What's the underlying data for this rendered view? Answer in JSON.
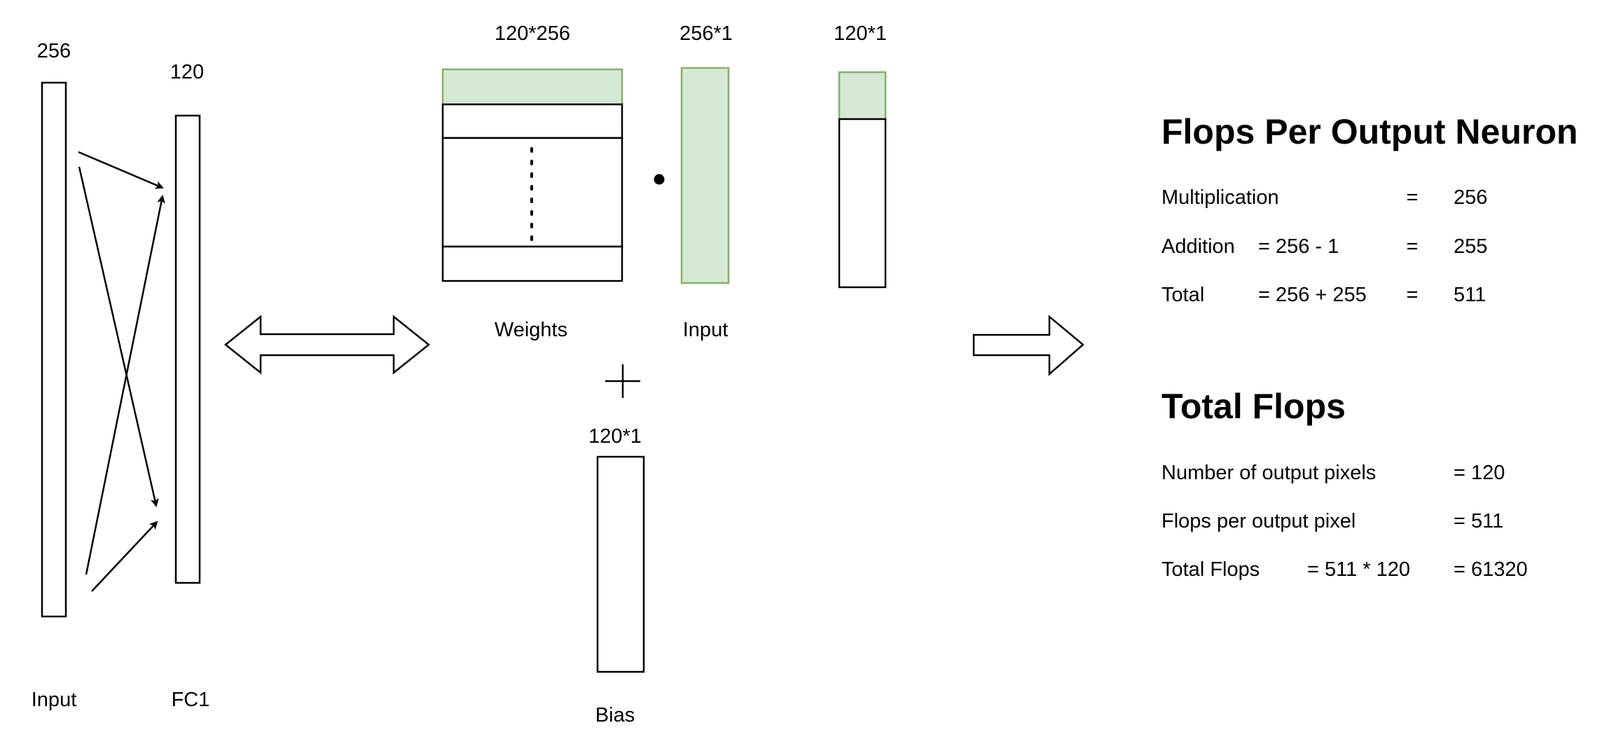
{
  "left_network": {
    "input_dim": "256",
    "fc1_dim": "120",
    "input_label": "Input",
    "fc1_label": "FC1"
  },
  "matrix_op": {
    "weights_dim": "120*256",
    "input_dim": "256*1",
    "output_dim": "120*1",
    "weights_label": "Weights",
    "input_label": "Input",
    "bias_dim": "120*1",
    "bias_label": "Bias",
    "dot_symbol": "•",
    "plus_symbol": "+"
  },
  "colors": {
    "highlight_fill": "#d5e8d4",
    "highlight_stroke": "#82b366",
    "stroke": "#000000"
  },
  "per_neuron": {
    "title": "Flops Per Output Neuron",
    "rows": [
      {
        "label": "Multiplication",
        "expr": "",
        "eq": "=",
        "value": "256"
      },
      {
        "label": "Addition",
        "expr": "= 256 - 1",
        "eq": "=",
        "value": "255"
      },
      {
        "label": "Total",
        "expr": "= 256 + 255",
        "eq": "=",
        "value": "511"
      }
    ]
  },
  "total_flops": {
    "title": "Total Flops",
    "rows": [
      {
        "label": "Number of output pixels",
        "expr": "",
        "value": "= 120"
      },
      {
        "label": "Flops per output pixel",
        "expr": "",
        "value": "= 511"
      },
      {
        "label": "Total Flops",
        "expr": "= 511 * 120",
        "value": "= 61320"
      }
    ]
  }
}
